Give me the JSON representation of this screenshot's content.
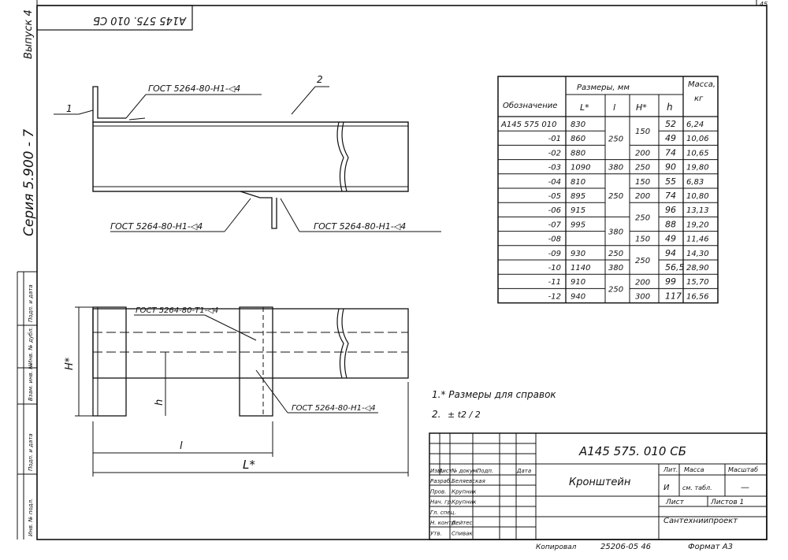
{
  "page_number": "45",
  "side_labels": {
    "issue": "Выпуск 4",
    "series": "Серия 5.900 - 7",
    "strip": [
      "Подп. и дата",
      "Инв. № дубл.",
      "Взам. инв. №",
      "Подп. и дата",
      "Инв. № подл."
    ]
  },
  "stamp_corner": "А145 575. 010 СБ",
  "drawing_labels": {
    "callout_1": "1",
    "callout_2": "2",
    "weld_top": "ГОСТ 5264-80-Н1-◁4",
    "weld_bottom_left": "ГОСТ 5264-80-Н1-◁4",
    "weld_bottom_right": "ГОСТ 5264-80-Н1-◁4",
    "weld_plan_top": "ГОСТ 5264-80-Т1-◁4",
    "weld_plan_right": "ГОСТ 5264-80-Н1-◁4",
    "dim_H": "Н*",
    "dim_h": "h",
    "dim_l": "l",
    "dim_L": "L*"
  },
  "table": {
    "header_designation": "Обозначение",
    "header_dims": "Размеры, мм",
    "header_mass": "Масса, кг",
    "sub_L": "L*",
    "sub_l": "l",
    "sub_H": "Н*",
    "sub_h": "h",
    "designation": [
      "А145 575 010",
      "-01",
      "-02",
      "-03",
      "-04",
      "-05",
      "-06",
      "-07",
      "-08",
      "-09",
      "-10",
      "-11",
      "-12"
    ],
    "L": [
      "830",
      "860",
      "880",
      "1090",
      "810",
      "895",
      "915",
      "995",
      "",
      "930",
      "1140",
      "910",
      "940"
    ],
    "l_groups": [
      {
        "v": "250",
        "r": [
          0,
          3
        ]
      },
      {
        "v": "380",
        "r": [
          3,
          4
        ]
      },
      {
        "v": "250",
        "r": [
          4,
          7
        ]
      },
      {
        "v": "380",
        "r": [
          7,
          9
        ]
      },
      {
        "v": "250",
        "r": [
          9,
          10
        ]
      },
      {
        "v": "380",
        "r": [
          10,
          11
        ]
      },
      {
        "v": "250",
        "r": [
          11,
          13
        ]
      }
    ],
    "H_groups": [
      {
        "v": "150",
        "r": [
          0,
          2
        ]
      },
      {
        "v": "200",
        "r": [
          2,
          3
        ]
      },
      {
        "v": "250",
        "r": [
          3,
          4
        ]
      },
      {
        "v": "150",
        "r": [
          4,
          5
        ]
      },
      {
        "v": "200",
        "r": [
          5,
          6
        ]
      },
      {
        "v": "250",
        "r": [
          6,
          8
        ]
      },
      {
        "v": "150",
        "r": [
          8,
          9
        ]
      },
      {
        "v": "250",
        "r": [
          9,
          11
        ]
      },
      {
        "v": "200",
        "r": [
          11,
          12
        ]
      },
      {
        "v": "300",
        "r": [
          12,
          13
        ]
      }
    ],
    "h": [
      "52",
      "49",
      "74",
      "90",
      "55",
      "74",
      "96",
      "88",
      "49",
      "94",
      "56,5",
      "99",
      "117"
    ],
    "mass": [
      "6,24",
      "10,06",
      "10,65",
      "19,80",
      "6,83",
      "10,80",
      "13,13",
      "19,20",
      "11,46",
      "14,30",
      "28,90",
      "15,70",
      "16,56"
    ]
  },
  "notes": {
    "note1": "1.* Размеры для справок",
    "note2_prefix": "2.",
    "note2_formula": "± t2 / 2"
  },
  "title_block": {
    "doc_code": "А145 575. 010 СБ",
    "title": "Кронштейн",
    "col_headers": [
      "Изм.",
      "Лист",
      "№ докум.",
      "Подп.",
      "Дата"
    ],
    "roles": [
      "Разраб.",
      "Пров.",
      "Нач. гр.",
      "Гл. спец.",
      "Н. контр.",
      "Утв."
    ],
    "names": [
      "Беляевская",
      "Крупник",
      "Крупник",
      "",
      "Лейтес",
      "Спивак"
    ],
    "lit_label": "Лит.",
    "mass_label": "Масса",
    "scale_label": "Масштаб",
    "lit_value": "И",
    "mass_value": "см. табл.",
    "scale_value": "—",
    "sheet_label": "Лист",
    "sheets_label": "Листов 1",
    "org": "Сантехниипроект"
  },
  "footer": {
    "copied": "Копировал",
    "number": "25206-05 46",
    "format": "Формат А3"
  }
}
